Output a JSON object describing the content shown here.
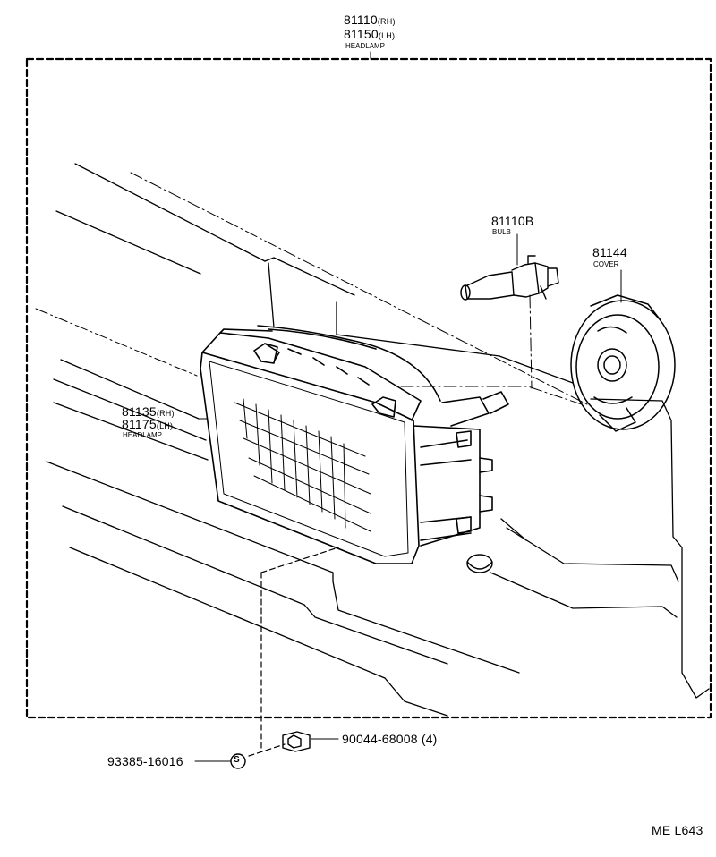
{
  "assembly": {
    "part_rh": "81110",
    "suffix_rh": "(RH)",
    "part_lh": "81150",
    "suffix_lh": "(LH)",
    "name": "HEADLAMP"
  },
  "bulb": {
    "part": "81110B",
    "name": "BULB"
  },
  "cover": {
    "part": "81144",
    "name": "COVER"
  },
  "unit": {
    "part_rh": "81135",
    "suffix_rh": "(RH)",
    "part_lh": "81175",
    "suffix_lh": "(LH)",
    "name": "HEADLAMP"
  },
  "screw": {
    "part": "90044-68008",
    "qty": "(4)"
  },
  "washer": {
    "part": "93385-16016",
    "symbol": "S"
  },
  "figure_code": "ME L643"
}
